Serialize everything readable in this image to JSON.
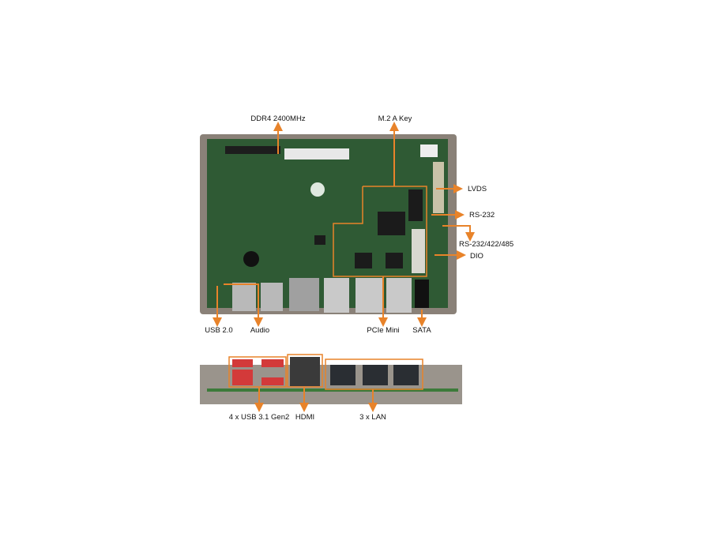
{
  "top_view": {
    "labels": {
      "ddr4": "DDR4 2400MHz",
      "m2": "M.2 A Key",
      "lvds": "LVDS",
      "rs232": "RS-232",
      "rs232_422_485": "RS-232/422/485",
      "dio": "DIO",
      "usb20": "USB 2.0",
      "audio": "Audio",
      "pcie_mini": "PCIe Mini",
      "sata": "SATA"
    }
  },
  "io_view": {
    "labels": {
      "usb31": "4 x USB 3.1 Gen2",
      "hdmi": "HDMI",
      "lan": "3 x LAN"
    }
  },
  "colors": {
    "accent": "#e8832a",
    "pcb": "#2f5a34",
    "frame": "#8a8178"
  }
}
